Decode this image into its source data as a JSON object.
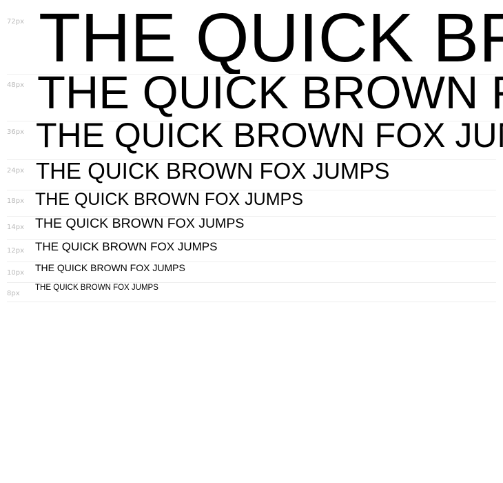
{
  "sample_text": "THE QUICK BROWN FOX JUMPS",
  "rows": [
    {
      "size_label": "72px"
    },
    {
      "size_label": "48px"
    },
    {
      "size_label": "36px"
    },
    {
      "size_label": "24px"
    },
    {
      "size_label": "18px"
    },
    {
      "size_label": "14px"
    },
    {
      "size_label": "12px"
    },
    {
      "size_label": "10px"
    },
    {
      "size_label": "8px"
    }
  ],
  "colors": {
    "text": "#000000",
    "label": "#bbbbbb",
    "divider": "#eeeeee"
  }
}
